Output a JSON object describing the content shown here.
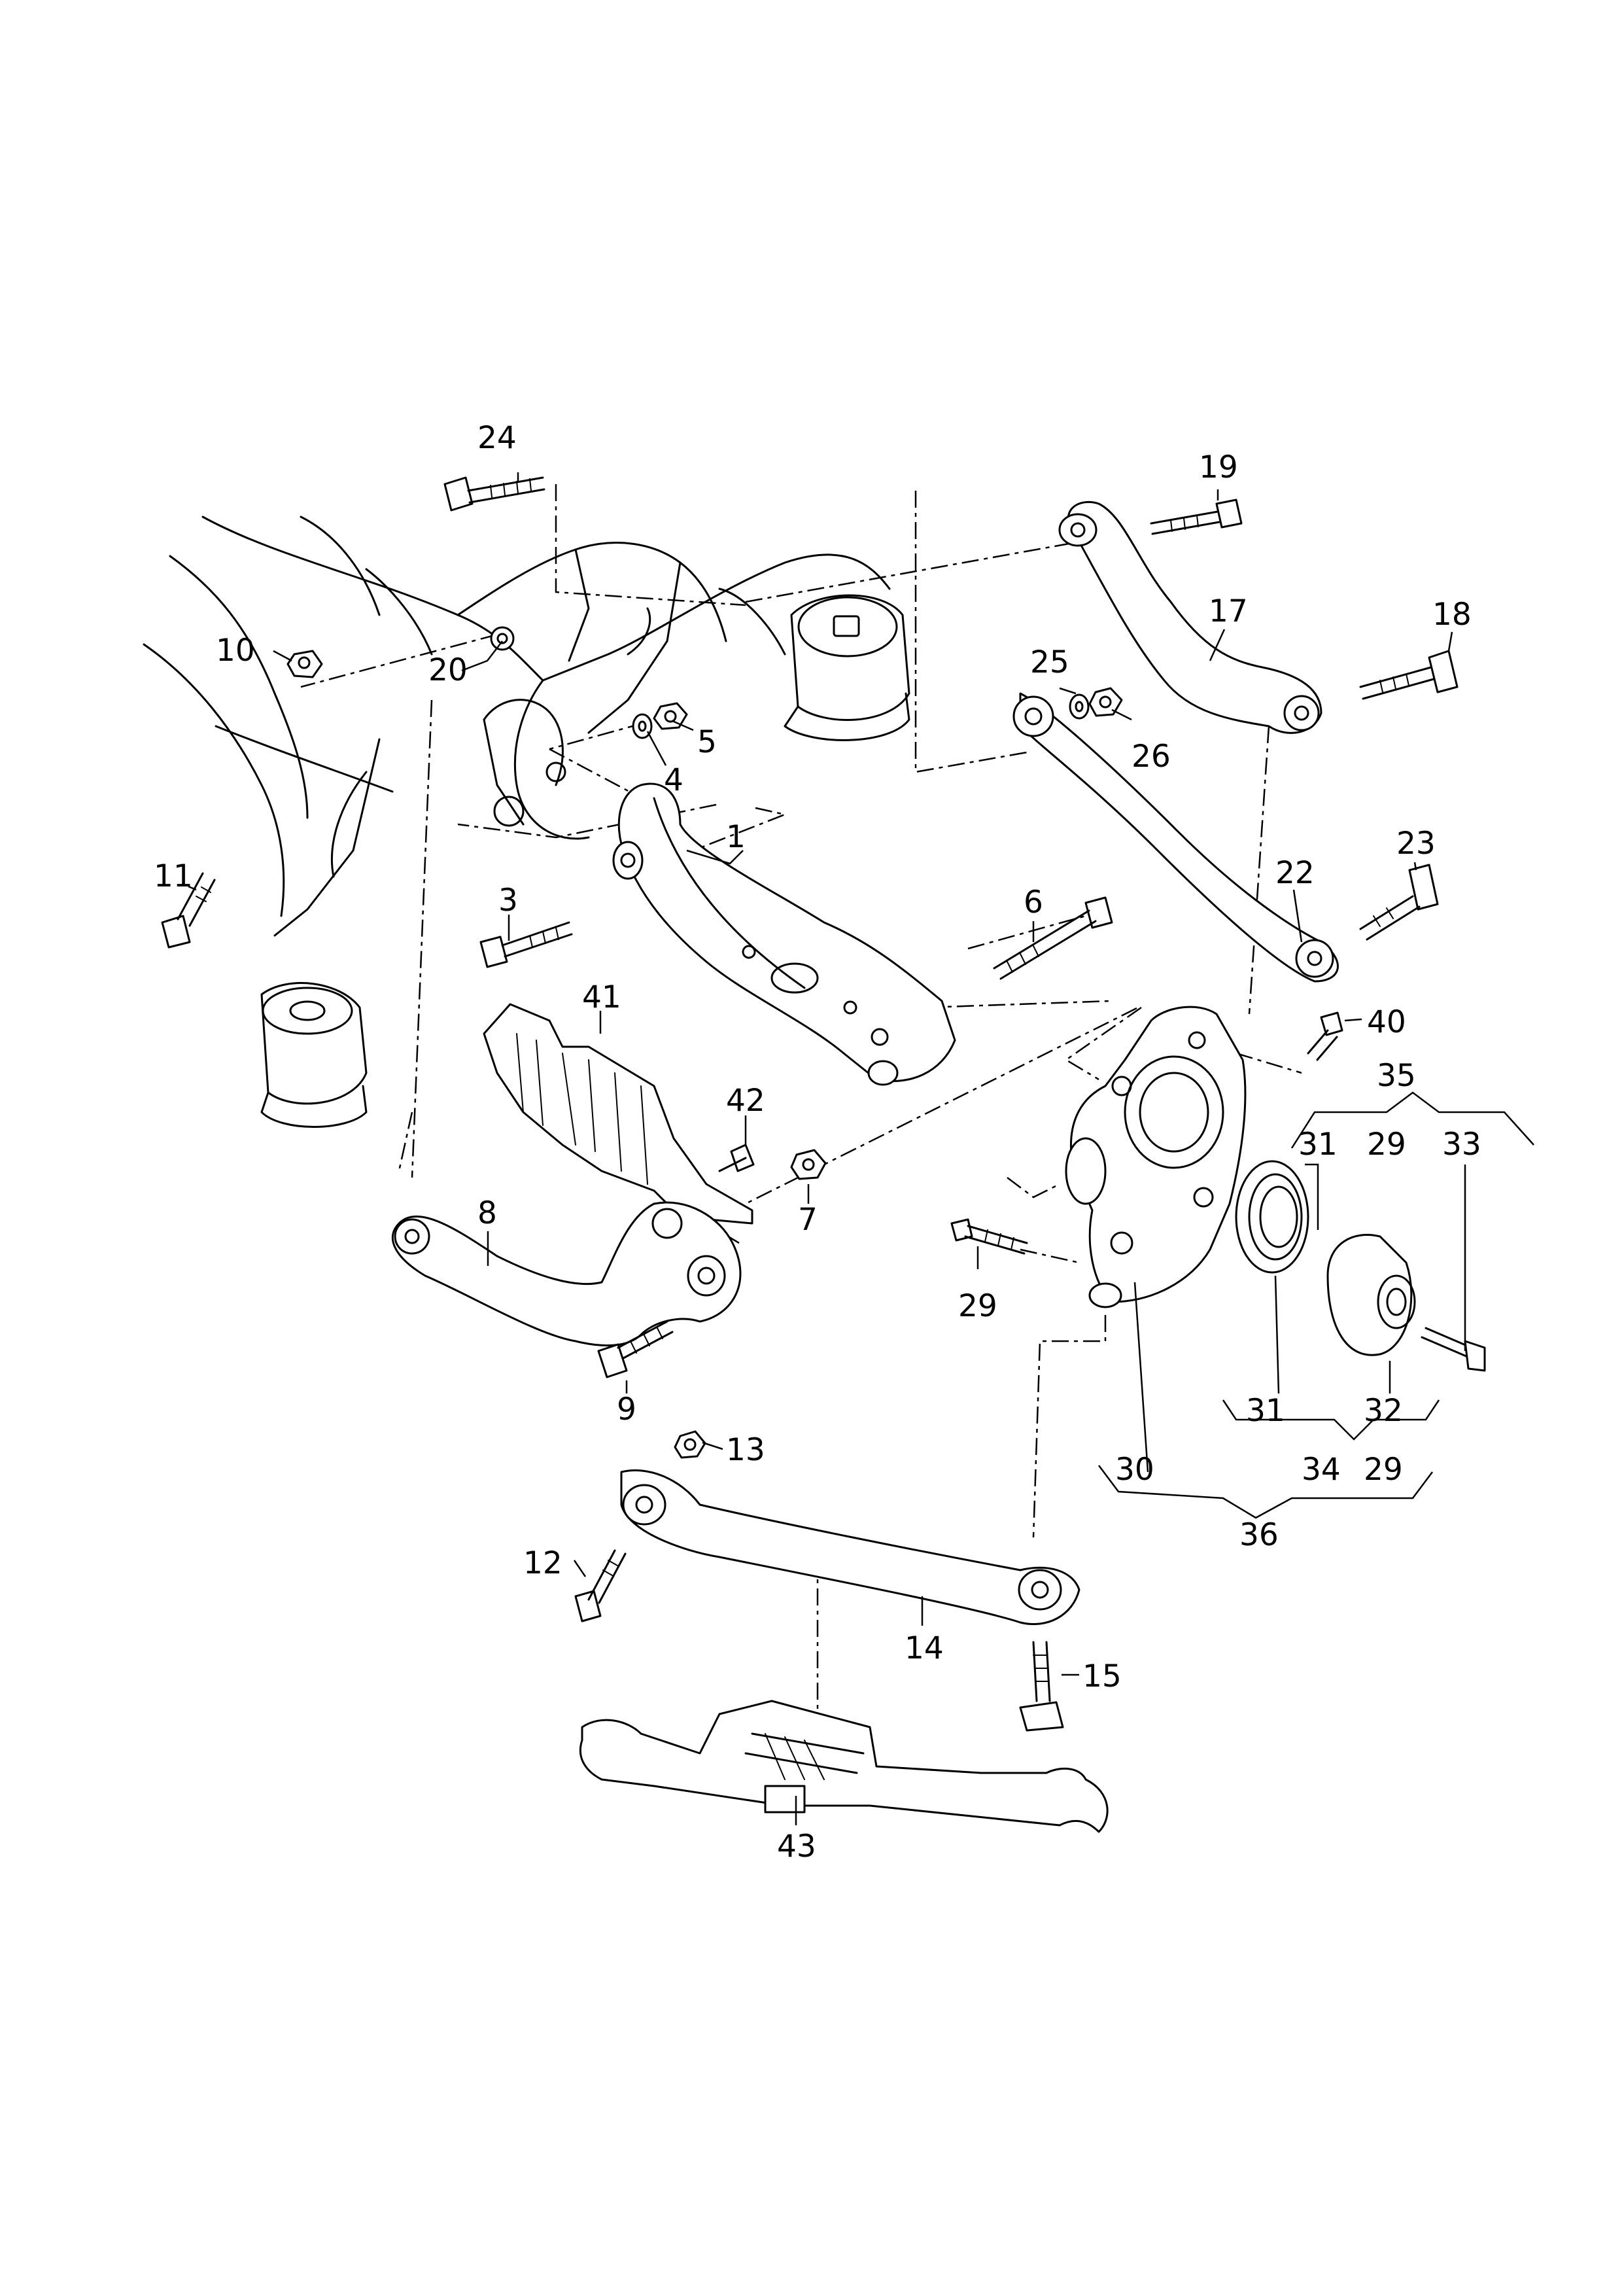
{
  "callouts": {
    "c1": "1",
    "c3": "3",
    "c4": "4",
    "c5": "5",
    "c6": "6",
    "c7": "7",
    "c8": "8",
    "c9": "9",
    "c10": "10",
    "c11": "11",
    "c12": "12",
    "c13": "13",
    "c14": "14",
    "c15": "15",
    "c17": "17",
    "c18": "18",
    "c19": "19",
    "c20": "20",
    "c22": "22",
    "c23": "23",
    "c24": "24",
    "c25": "25",
    "c26": "26",
    "c29a": "29",
    "c29b": "29",
    "c29c": "29",
    "c30": "30",
    "c31a": "31",
    "c31b": "31",
    "c32": "32",
    "c33": "33",
    "c34": "34",
    "c35": "35",
    "c36": "36",
    "c40": "40",
    "c41": "41",
    "c42": "42",
    "c43": "43"
  }
}
